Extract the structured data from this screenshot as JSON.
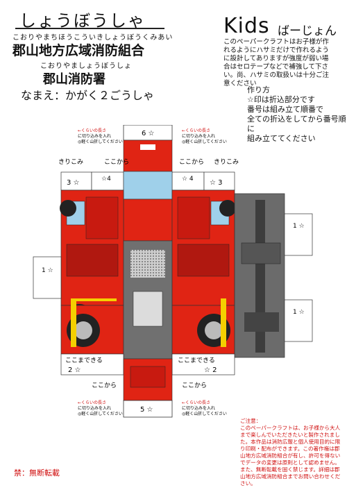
{
  "header": {
    "title": "しょうぼうしゃ",
    "org_furigana": "こおりやまちほうこういきしょうぼうくみあい",
    "org_name": "郡山地方広域消防組合",
    "station_furigana": "こおりやましょうぼうしょ",
    "station_name": "郡山消防署",
    "vehicle_name": "なまえ：かがく２ごうしゃ"
  },
  "kids": {
    "logo": "Kids",
    "logo_suffix": "ばーじょん",
    "note": "このペーパークラフトはお子様が作れるようにハサミだけで作れるように設計してありますが強度が弱い場合はセロテープなどで補強して下さい。尚、ハサミの取扱いは十分ご注意ください"
  },
  "instructions": {
    "heading": "作り方",
    "line1": "☆印は折込部分です",
    "line2": "番号は組み立て順番で",
    "line3": "全ての折込をしてから番号順に",
    "line4": "組み立ててください"
  },
  "model_labels": {
    "kirikomi_left": "きりこみ",
    "kirikomi_right": "きりこみ",
    "kokokara_1": "ここから",
    "kokokara_2": "ここから",
    "kokokara_3": "ここから",
    "kokokara_4": "ここから",
    "kokomade_left": "ここまできる",
    "kokomade_right": "ここまできる",
    "tab_6": "6 ☆",
    "tab_5": "5 ☆",
    "tab_3_left": "3 ☆",
    "tab_3_right": "☆ 3",
    "tab_4_left": "☆4",
    "tab_4_right": "☆ 4",
    "tab_2_left": "2 ☆",
    "tab_2_right": "☆ 2",
    "tab_1_left": "1 ☆",
    "tab_1_right_top": "1 ☆",
    "tab_1_right_bottom": "1 ☆",
    "cut_note_top_left": "←くらいの長さに切り込みを入れ◎軽く山折してください",
    "cut_note_top_right": "←くらいの長さに切り込みを入れ◎軽く山折してください",
    "cut_note_bottom_left": "←くらいの長さに切り込みを入れ◎軽く山折してください",
    "cut_note_bottom_right": "←くらいの長さに切り込みを入れ◎軽く山折してください"
  },
  "caution": {
    "heading": "ご注意：",
    "body": "このペーパークラフトは、お子様から大人まで楽しんでいただきたいと製作されました。本作品は消防広報と個人使用目的に限り印刷・配布ができます。この著作権は郡山地方広域消防組合が有し、許可を得ないでデータの変更は原則として認めません。また、無断転載を固く禁じます。詳細は郡山地方広域消防組合までお問い合わせください。"
  },
  "footer": {
    "forbidden": "禁：無断転載"
  },
  "colors": {
    "truck_red": "#e02414",
    "dark_red": "#a8120a",
    "gray_chassis": "#6b6b6b",
    "window_blue": "#9fd0ea",
    "yellow_stripe": "#f4d000",
    "caution_red": "#d01010"
  }
}
